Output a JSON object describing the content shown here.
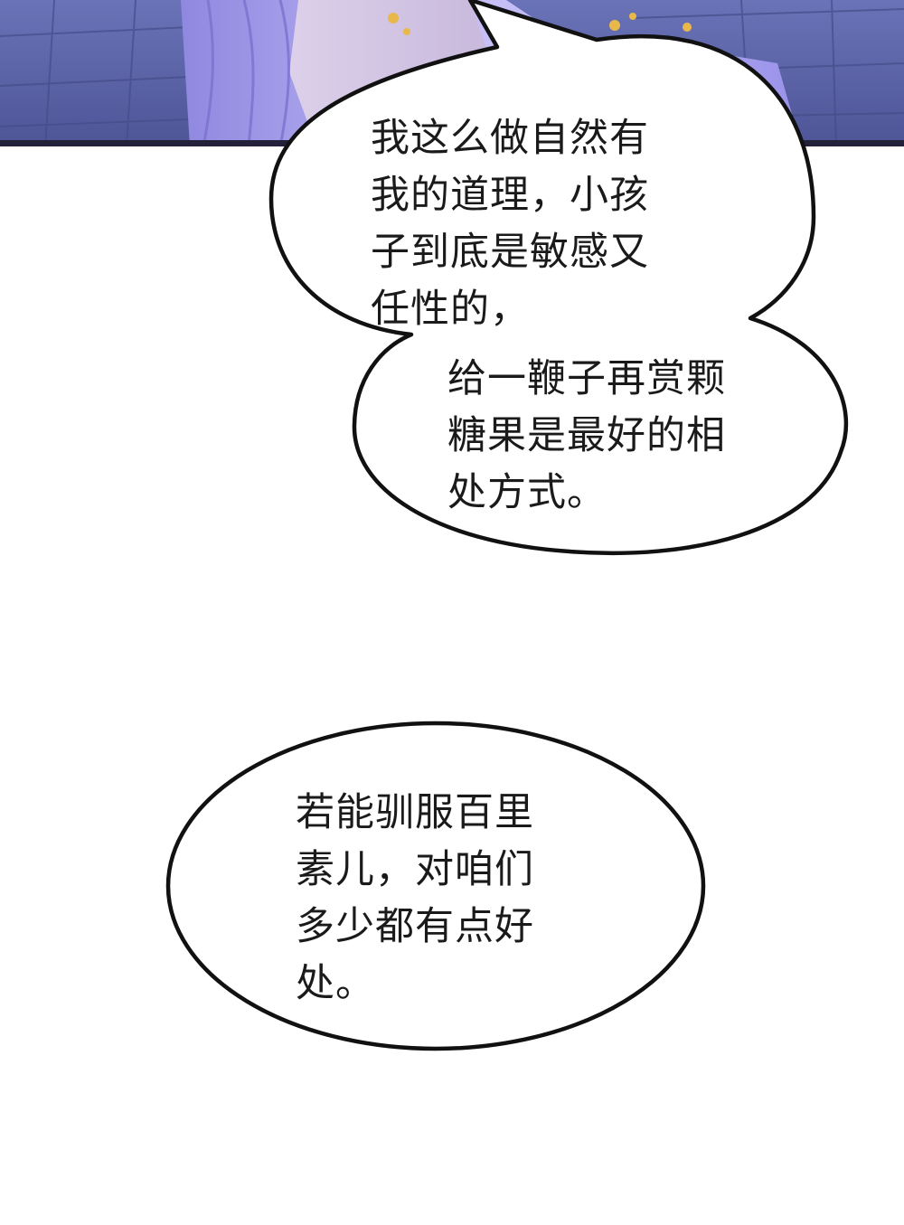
{
  "colors": {
    "floor": "#5b63a8",
    "robe": "#a9a2ee",
    "panel_border": "#23203a",
    "bubble_fill": "#ffffff",
    "bubble_outline": "#111111",
    "text": "#1a1a1a"
  },
  "bubbles": [
    {
      "name": "speech-bubble-1",
      "paragraphs": [
        {
          "lines": [
            "我这么做自然有",
            "我的道理，小孩",
            "子到底是敏感又",
            "任性的，"
          ]
        },
        {
          "lines": [
            "给一鞭子再赏颗",
            "糖果是最好的相",
            "处方式。"
          ]
        }
      ]
    },
    {
      "name": "speech-bubble-2",
      "paragraphs": [
        {
          "lines": [
            "若能驯服百里",
            "素儿，对咱们",
            "多少都有点好",
            "处。"
          ]
        }
      ]
    }
  ]
}
